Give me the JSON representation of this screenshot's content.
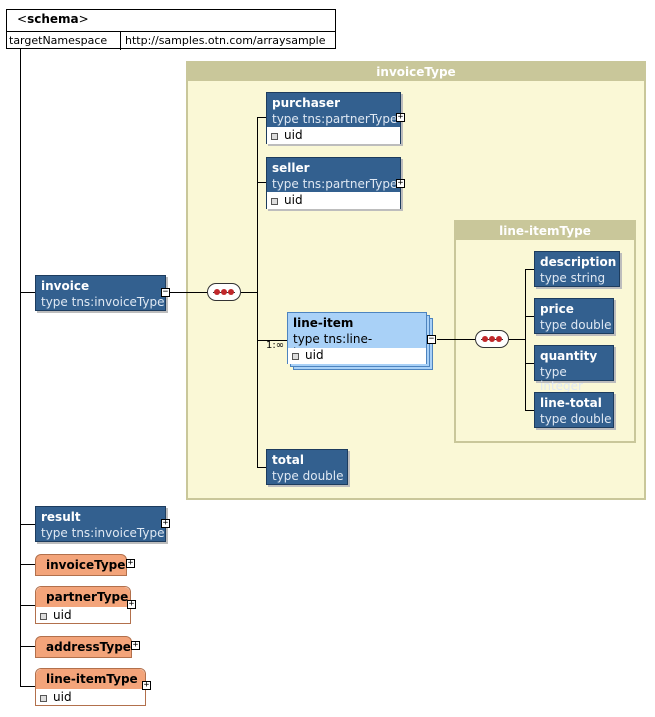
{
  "schema": {
    "title": "schema",
    "attr_name": "targetNamespace",
    "attr_value": "http://samples.otn.com/arraysample"
  },
  "invoice_type_panel": {
    "title": "invoiceType"
  },
  "line_item_type_panel": {
    "title": "line-itemType"
  },
  "elements": {
    "invoice": {
      "name": "invoice",
      "type": "type tns:invoiceType"
    },
    "purchaser": {
      "name": "purchaser",
      "type": "type tns:partnerType",
      "attr": "uid"
    },
    "seller": {
      "name": "seller",
      "type": "type tns:partnerType",
      "attr": "uid"
    },
    "line_item": {
      "name": "line-item",
      "type": "type tns:line-itemType",
      "attr": "uid",
      "occurs": "1:∞"
    },
    "total": {
      "name": "total",
      "type": "type double"
    },
    "description": {
      "name": "description",
      "type": "type string"
    },
    "price": {
      "name": "price",
      "type": "type double"
    },
    "quantity": {
      "name": "quantity",
      "type": "type integer"
    },
    "line_total": {
      "name": "line-total",
      "type": "type double"
    },
    "result": {
      "name": "result",
      "type": "type tns:invoiceType"
    }
  },
  "complex_types": {
    "invoiceType": {
      "name": "invoiceType"
    },
    "partnerType": {
      "name": "partnerType",
      "attr": "uid"
    },
    "addressType": {
      "name": "addressType"
    },
    "line_itemType": {
      "name": "line-itemType",
      "attr": "uid"
    }
  },
  "colors": {
    "element_fill": "#33608f",
    "selected_element_fill": "#a9d1f7",
    "complex_type_fill": "#f3a47a",
    "type_panel_fill": "#faf8d6",
    "type_panel_border": "#c9c79a",
    "sequence_dot": "#c0282b"
  }
}
